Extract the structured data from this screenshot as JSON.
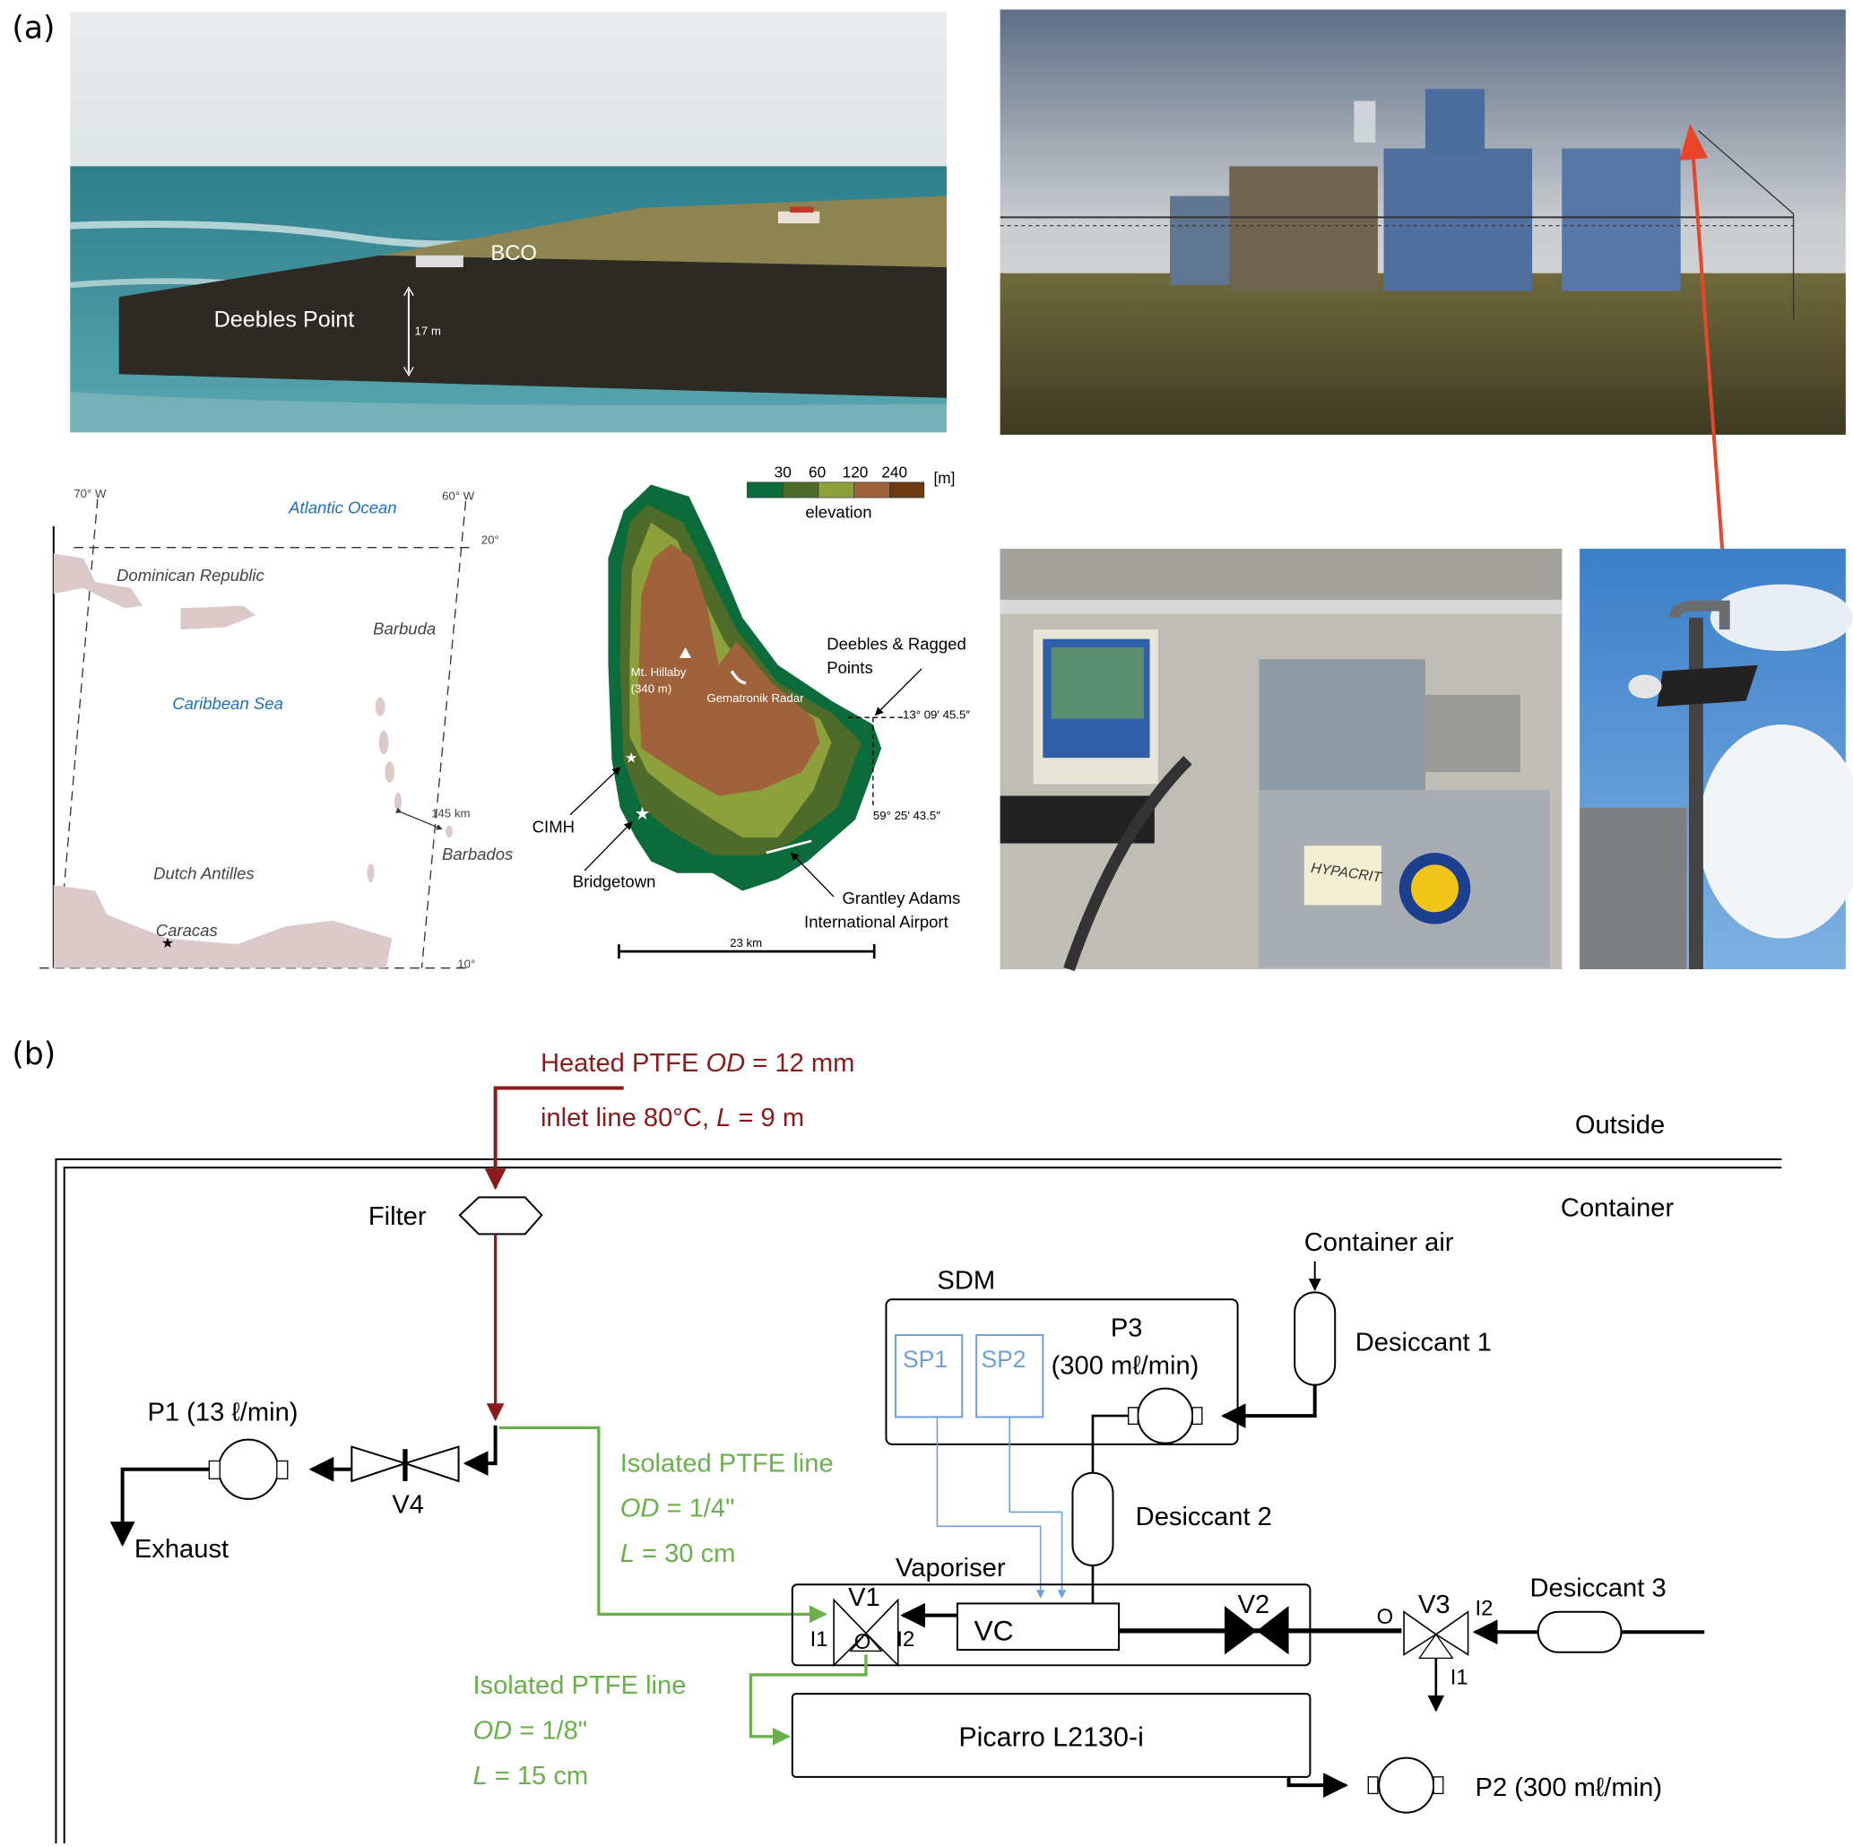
{
  "panel_a": {
    "label": "(a)",
    "photo_cliff": {
      "bco": "BCO",
      "deebles_point": "Deebles Point",
      "height": "17 m"
    },
    "region_map": {
      "lon_70": "70° W",
      "lon_60": "60° W",
      "lat_20": "20°",
      "lat_10": "10°",
      "atlantic": "Atlantic Ocean",
      "caribbean": "Caribbean Sea",
      "dominican": "Dominican Republic",
      "barbuda": "Barbuda",
      "barbados": "Barbados",
      "dutch_antilles": "Dutch Antilles",
      "caracas": "Caracas",
      "distance": "145 km"
    },
    "island_map": {
      "legend_ticks": [
        "30",
        "60",
        "120",
        "240"
      ],
      "legend_unit": "[m]",
      "legend_title": "elevation",
      "legend_colors": [
        "#0b6b3a",
        "#4f6b2a",
        "#8ea03c",
        "#a0623a",
        "#6b3a12"
      ],
      "hillaby": "Mt. Hillaby",
      "hillaby_height": "(340 m)",
      "radar": "Gematronik Radar",
      "deebles": "Deebles & Ragged",
      "deebles2": "Points",
      "lat": "13° 09′ 45.5″",
      "lon": "59° 25′ 43.5″",
      "cimh": "CIMH",
      "bridgetown": "Bridgetown",
      "airport1": "Grantley Adams",
      "airport2": "International Airport",
      "scale": "23 km"
    },
    "lab_photo": {
      "sticker": "HYPACRIT"
    }
  },
  "panel_b": {
    "label": "(b)",
    "inlet1_a": "Heated PTFE ",
    "inlet1_b": "OD",
    "inlet1_c": " = 12 mm",
    "inlet2_a": "inlet line 80°C, ",
    "inlet2_b": "L",
    "inlet2_c": " = 9 m",
    "outside": "Outside",
    "container": "Container",
    "filter": "Filter",
    "container_air": "Container air",
    "sdm": "SDM",
    "sp1": "SP1",
    "sp2": "SP2",
    "p3": "P3",
    "p3_rate": "(300 mℓ/min)",
    "desiccant1": "Desiccant 1",
    "desiccant2": "Desiccant 2",
    "desiccant3": "Desiccant 3",
    "p1": "P1 (13 ℓ/min)",
    "v4": "V4",
    "exhaust": "Exhaust",
    "line1": {
      "title": "Isolated PTFE line",
      "od_a": "OD",
      "od_b": " = 1/4\"",
      "l_a": "L",
      "l_b": " = 30 cm"
    },
    "line2": {
      "title": "Isolated PTFE line",
      "od_a": "OD",
      "od_b": " = 1/8\"",
      "l_a": "L",
      "l_b": " = 15 cm"
    },
    "vaporiser": "Vaporiser",
    "v1": "V1",
    "i1": "I1",
    "i2": "I2",
    "o": "O",
    "vc": "VC",
    "v2": "V2",
    "v3": "V3",
    "v3_o": "O",
    "v3_i2": "I2",
    "v3_i1": "I1",
    "picarro": "Picarro L2130-i",
    "p2": "P2 (300 mℓ/min)",
    "colors": {
      "heated": "#8b1a1a",
      "isolated": "#6ab04c",
      "sdm": "#6f9fd8"
    }
  }
}
